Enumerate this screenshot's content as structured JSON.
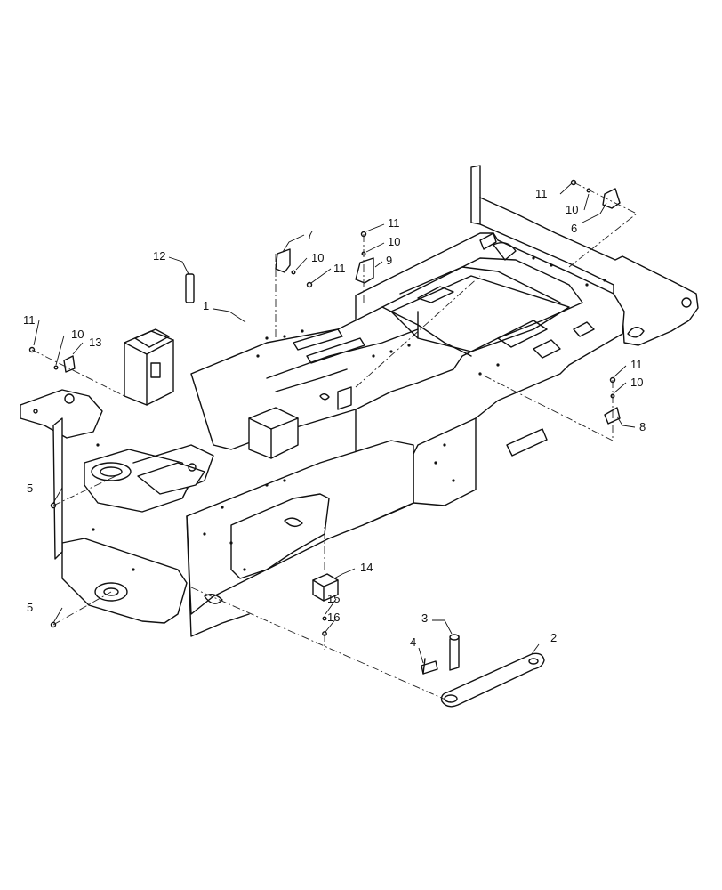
{
  "callouts": {
    "c1": "1",
    "c2": "2",
    "c3": "3",
    "c4": "4",
    "c5a": "5",
    "c5b": "5",
    "c6": "6",
    "c7": "7",
    "c8": "8",
    "c9": "9",
    "c10a": "10",
    "c10b": "10",
    "c10c": "10",
    "c10d": "10",
    "c10e": "10",
    "c11a": "11",
    "c11b": "11",
    "c11c": "11",
    "c11d": "11",
    "c11e": "11",
    "c12": "12",
    "c13": "13",
    "c14": "14",
    "c15": "15",
    "c16": "16"
  }
}
